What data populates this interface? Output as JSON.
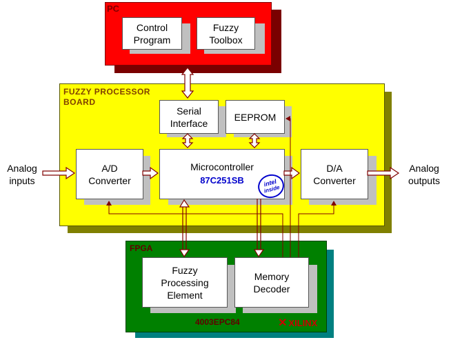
{
  "pc": {
    "title": "PC",
    "control_program": [
      "Control",
      "Program"
    ],
    "fuzzy_toolbox": [
      "Fuzzy",
      "Toolbox"
    ]
  },
  "board": {
    "title_line1": "FUZZY PROCESSOR",
    "title_line2": "BOARD",
    "serial_interface": [
      "Serial",
      "Interface"
    ],
    "eeprom": "EEPROM",
    "ad_converter": [
      "A/D",
      "Converter"
    ],
    "microcontroller": "Microcontroller",
    "chip_name": "87C251SB",
    "intel_badge": [
      "intel",
      "inside"
    ],
    "da_converter": [
      "D/A",
      "Converter"
    ]
  },
  "fpga": {
    "title": "FPGA",
    "fuzzy_processing_element": [
      "Fuzzy",
      "Processing",
      "Element"
    ],
    "memory_decoder": [
      "Memory",
      "Decoder"
    ],
    "part_number": "4003EPC84",
    "vendor": "XILINX"
  },
  "io": {
    "analog_inputs": [
      "Analog",
      "inputs"
    ],
    "analog_outputs": [
      "Analog",
      "outputs"
    ]
  },
  "colors": {
    "pc": "#ff0000",
    "pc_shadow": "#7a0000",
    "board": "#ffff00",
    "board_shadow": "#808000",
    "fpga": "#008000",
    "fpga_shadow": "#008080",
    "connector": "#800000"
  }
}
